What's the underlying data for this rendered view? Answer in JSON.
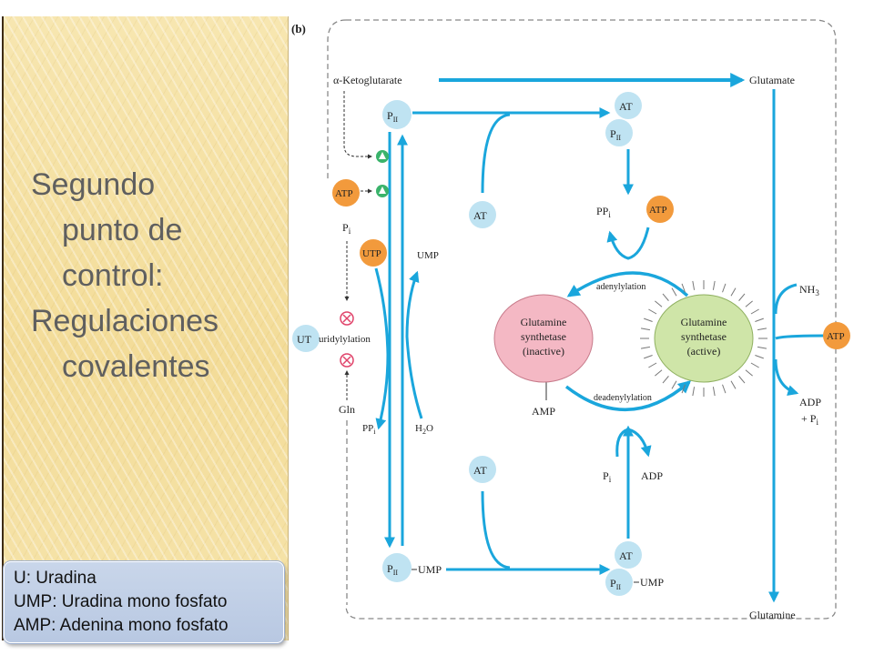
{
  "slide": {
    "title_line1": "Segundo",
    "title_line2": "punto de",
    "title_line3": "control:",
    "title_line4": "Regulaciones",
    "title_line5": "covalentes",
    "notes": [
      "U: Uradina",
      "UMP: Uradina mono fosfato",
      "AMP: Adenina mono fosfato"
    ]
  },
  "diagram": {
    "panel_label": "(b)",
    "ketoglutarate": "α-Ketoglutarate",
    "glutamate": "Glutamate",
    "glutamine": "Glutamine",
    "p2": "P",
    "p2_sub": "II",
    "p2_ump": "UMP",
    "at": "AT",
    "ut": "UT",
    "atp": "ATP",
    "utp": "UTP",
    "ump": "UMP",
    "pi": "P",
    "pi_sub": "i",
    "ppi": "PP",
    "ppi_sub": "i",
    "gln": "Gln",
    "h2o_a": "H",
    "h2o_sub": "2",
    "h2o_b": "O",
    "uridylylation": "uridylylation",
    "adenylylation": "adenylylation",
    "deadenylylation": "deadenylylation",
    "amp": "AMP",
    "adp": "ADP",
    "nh3_a": "NH",
    "nh3_sub": "3",
    "adp_pi_a": "ADP",
    "adp_pi_b": "+ P",
    "gs_inactive": [
      "Glutamine",
      "synthetase",
      "(inactive)"
    ],
    "gs_active": [
      "Glutamine",
      "synthetase",
      "(active)"
    ],
    "colors": {
      "arrow": "#1aa6dc",
      "at_circle": "#bfe3f2",
      "atp_circle": "#f29a3c",
      "inactive": "#f4b8c4",
      "active": "#cfe5a8",
      "activator": "#3ab36b",
      "inhibitor": "#e0436a"
    }
  }
}
